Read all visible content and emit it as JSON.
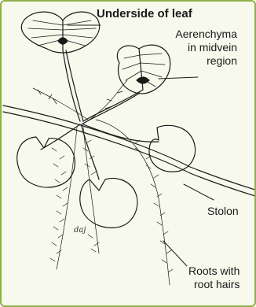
{
  "labels": {
    "underside_of_leaf": "Underside of leaf",
    "aerenchyma_line1": "Aerenchyma",
    "aerenchyma_line2": "in midvein",
    "aerenchyma_line3": "region",
    "stolon": "Stolon",
    "roots_line1": "Roots with",
    "roots_line2": "root hairs"
  },
  "signature": "daj",
  "colors": {
    "frame_border": "#8fb04a",
    "background": "#f6f9ec",
    "ink": "#1a1a1a"
  }
}
